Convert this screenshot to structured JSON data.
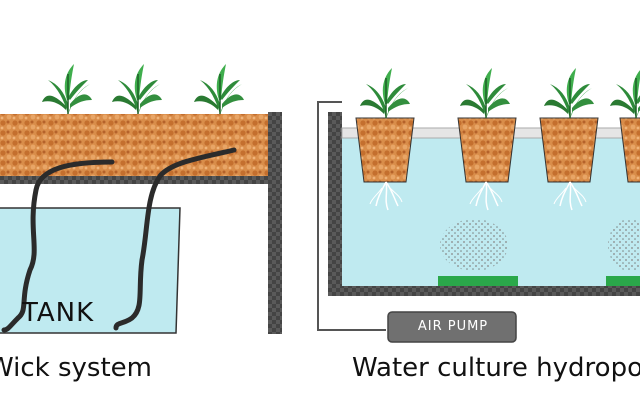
{
  "figure": {
    "left_caption": "Wick system",
    "right_caption": "Water culture hydroponics",
    "tank_label": "TANK",
    "pump_label": "AIR PUMP"
  },
  "colors": {
    "water": "#bfeaf0",
    "medium": "#d98d4a",
    "frame": "#555555",
    "plant": "#2e8b3a",
    "air_stone": "#2aa84a",
    "pump": "#707070"
  },
  "icons": {
    "plant": "plant-icon",
    "wick": "wick-icon",
    "roots": "root-icon",
    "bubbles": "air-bubbles-icon"
  }
}
